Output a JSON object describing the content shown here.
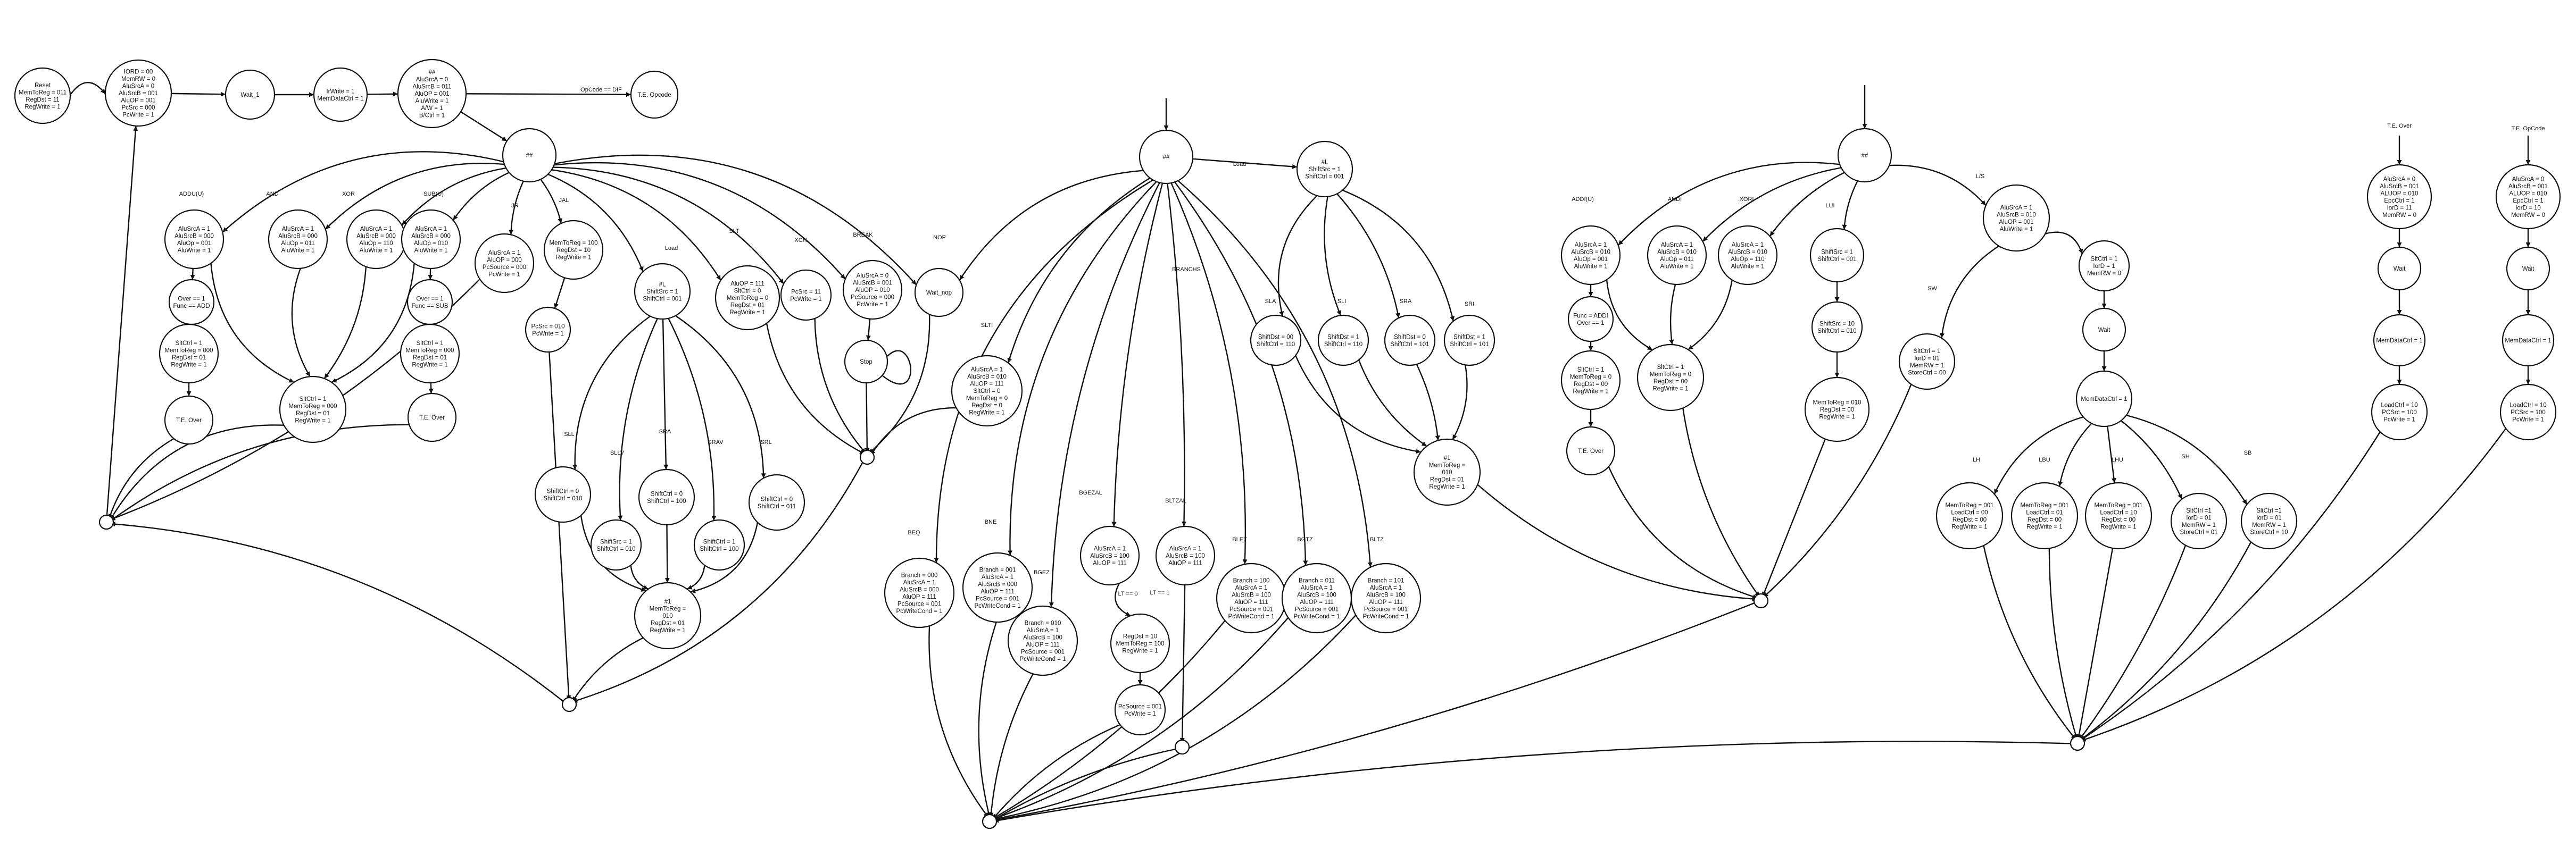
{
  "diagram": {
    "nodes": [
      {
        "id": "reset",
        "lines": [
          "Reset",
          "MemToReg = 011",
          "RegDst = 11",
          "RegWrite = 1"
        ]
      },
      {
        "id": "fetch",
        "lines": [
          "IORD = 00",
          "MemRW = 0",
          "AluSrcA = 0",
          "AluSrcB = 001",
          "AluOP = 001",
          "PcSrc = 000",
          "PcWrite = 1"
        ]
      },
      {
        "id": "wait1",
        "lines": [
          "Wait_1"
        ]
      },
      {
        "id": "irwrite",
        "lines": [
          "IrWrite = 1",
          "MemDataCtrl = 1"
        ]
      },
      {
        "id": "decode",
        "lines": [
          "##",
          "AluSrcA = 0",
          "AluSrcB = 011",
          "AluOP = 001",
          "AluWrite = 1",
          "A/W = 1",
          "B/Ctrl = 1"
        ]
      },
      {
        "id": "teopcode",
        "lines": [
          "T.E. Opcode"
        ]
      },
      {
        "id": "rtype",
        "lines": [
          "##"
        ]
      },
      {
        "id": "r_addu",
        "lines": [
          "AluSrcA = 1",
          "AluSrcB = 000",
          "AluOp = 001",
          "AluWrite = 1"
        ]
      },
      {
        "id": "r_and",
        "lines": [
          "AluSrcA = 1",
          "AluSrcB = 000",
          "AluOp = 011",
          "AluWrite = 1"
        ]
      },
      {
        "id": "r_xor",
        "lines": [
          "AluSrcA = 1",
          "AluSrcB = 000",
          "AluOp = 110",
          "AluWrite = 1"
        ]
      },
      {
        "id": "r_subu",
        "lines": [
          "AluSrcA = 1",
          "AluSrcB = 000",
          "AluOp = 010",
          "AluWrite = 1"
        ]
      },
      {
        "id": "r_jr",
        "lines": [
          "AluSrcA = 1",
          "AluOP = 000",
          "PcSource = 000",
          "PcWrite = 1"
        ]
      },
      {
        "id": "r_jal",
        "lines": [
          "MemToReg = 100",
          "RegDst = 10",
          "RegWrite = 1"
        ]
      },
      {
        "id": "r_jal2",
        "lines": [
          "PcSrc = 010",
          "PcWrite = 1"
        ]
      },
      {
        "id": "r_shift",
        "lines": [
          "#L",
          "ShiftSrc = 1",
          "ShiftCtrl = 001"
        ]
      },
      {
        "id": "r_slt",
        "lines": [
          "AluOP = 111",
          "SltCtrl = 0",
          "MemToReg = 0",
          "RegDst = 01",
          "RegWrite = 1"
        ]
      },
      {
        "id": "r_xchg",
        "lines": [
          "PcSrc = 11",
          "PcWrite = 1"
        ]
      },
      {
        "id": "r_break",
        "lines": [
          "AluSrcA = 0",
          "AluSrcB = 001",
          "AluOP = 010",
          "PcSource = 000",
          "PcWrite = 1"
        ]
      },
      {
        "id": "r_nop",
        "lines": [
          "Wait_nop"
        ]
      },
      {
        "id": "r_stop",
        "lines": [
          "Stop"
        ]
      },
      {
        "id": "r_ovf_add",
        "lines": [
          "Over == 1",
          "Func == ADD"
        ]
      },
      {
        "id": "r_sltctrl_add",
        "lines": [
          "SltCtrl = 1",
          "MemToReg = 000",
          "RegDst = 01",
          "RegWrite = 1"
        ]
      },
      {
        "id": "r_te_over1",
        "lines": [
          "T.E. Over"
        ]
      },
      {
        "id": "r_wb_alu",
        "lines": [
          "SltCtrl = 1",
          "MemToReg = 000",
          "RegDst = 01",
          "RegWrite = 1"
        ]
      },
      {
        "id": "r_ovf_sub",
        "lines": [
          "Over == 1",
          "Func == SUB"
        ]
      },
      {
        "id": "r_sltctrl_sub",
        "lines": [
          "SltCtrl = 1",
          "MemToReg = 000",
          "RegDst = 01",
          "RegWrite = 1"
        ]
      },
      {
        "id": "r_te_over2",
        "lines": [
          "T.E. Over"
        ]
      },
      {
        "id": "r_sll",
        "lines": [
          "ShiftCtrl = 0",
          "ShiftCtrl = 010"
        ]
      },
      {
        "id": "r_sllv",
        "lines": [
          "ShiftSrc = 1",
          "ShiftCtrl = 010"
        ]
      },
      {
        "id": "r_sra",
        "lines": [
          "ShiftCtrl = 0",
          "ShiftCtrl = 100"
        ]
      },
      {
        "id": "r_srav",
        "lines": [
          "ShiftCtrl = 1",
          "ShiftCtrl = 100"
        ]
      },
      {
        "id": "r_srl",
        "lines": [
          "ShiftCtrl = 0",
          "ShiftCtrl = 011"
        ]
      },
      {
        "id": "r_shift_wb",
        "lines": [
          "#1",
          "MemToReg =",
          "010",
          "RegDst = 01",
          "RegWrite = 1"
        ]
      },
      {
        "id": "i_hub",
        "lines": [
          "##"
        ]
      },
      {
        "id": "i_slti",
        "lines": [
          "AluSrcA = 1",
          "AluSrcB = 010",
          "AluOP = 111",
          "SltCtrl = 0",
          "MemToReg = 0",
          "RegDst = 0",
          "RegWrite = 1"
        ]
      },
      {
        "id": "i_beq",
        "lines": [
          "Branch = 000",
          "AluSrcA = 1",
          "AluSrcB = 000",
          "AluOP = 111",
          "PcSource = 001",
          "PcWriteCond = 1"
        ]
      },
      {
        "id": "i_bne",
        "lines": [
          "Branch = 001",
          "AluSrcA = 1",
          "AluSrcB = 000",
          "AluOP = 111",
          "PcSource = 001",
          "PcWriteCond = 1"
        ]
      },
      {
        "id": "i_bgez",
        "lines": [
          "Branch = 010",
          "AluSrcA = 1",
          "AluSrcB = 100",
          "AluOP = 111",
          "PcSource = 001",
          "PcWriteCond = 1"
        ]
      },
      {
        "id": "i_bgezal",
        "lines": [
          "AluSrcA = 1",
          "AluSrcB = 100",
          "AluOP = 111"
        ]
      },
      {
        "id": "i_bgezal_wb",
        "lines": [
          "RegDst = 10",
          "MemToReg = 100",
          "RegWrite = 1"
        ]
      },
      {
        "id": "i_bgezal_pc",
        "lines": [
          "PcSource = 001",
          "PcWrite = 1"
        ]
      },
      {
        "id": "i_bltzal",
        "lines": [
          "AluSrcA = 1",
          "AluSrcB = 100",
          "AluOP = 111"
        ]
      },
      {
        "id": "i_blez",
        "lines": [
          "Branch = 100",
          "AluSrcA = 1",
          "AluSrcB = 100",
          "AluOP = 111",
          "PcSource = 001",
          "PcWriteCond = 1"
        ]
      },
      {
        "id": "i_bgtz",
        "lines": [
          "Branch = 011",
          "AluSrcA = 1",
          "AluSrcB = 100",
          "AluOP = 111",
          "PcSource = 001",
          "PcWriteCond = 1"
        ]
      },
      {
        "id": "i_bltz",
        "lines": [
          "Branch = 101",
          "AluSrcA = 1",
          "AluSrcB = 100",
          "AluOP = 111",
          "PcSource = 001",
          "PcWriteCond = 1"
        ]
      },
      {
        "id": "i_load",
        "lines": [
          "#L",
          "ShiftSrc = 1",
          "ShiftCtrl = 001"
        ]
      },
      {
        "id": "i_sla",
        "lines": [
          "ShiftDst = 00",
          "ShiftCtrl = 110"
        ]
      },
      {
        "id": "i_sli",
        "lines": [
          "ShiftDst = 1",
          "ShiftCtrl = 110"
        ]
      },
      {
        "id": "i_sra",
        "lines": [
          "ShiftDst = 0",
          "ShiftCtrl = 101"
        ]
      },
      {
        "id": "i_sri",
        "lines": [
          "ShiftDst = 1",
          "ShiftCtrl = 101"
        ]
      },
      {
        "id": "i_load_wb",
        "lines": [
          "#1",
          "MemToReg =",
          "010",
          "RegDst = 01",
          "RegWrite = 1"
        ]
      },
      {
        "id": "m_hub",
        "lines": [
          "##"
        ]
      },
      {
        "id": "m_addiu",
        "lines": [
          "AluSrcA = 1",
          "AluSrcB = 010",
          "AluOp = 001",
          "AluWrite = 1"
        ]
      },
      {
        "id": "m_andi",
        "lines": [
          "AluSrcA = 1",
          "AluSrcB = 010",
          "AluOp = 011",
          "AluWrite = 1"
        ]
      },
      {
        "id": "m_xori",
        "lines": [
          "AluSrcA = 1",
          "AluSrcB = 010",
          "AluOp = 110",
          "AluWrite = 1"
        ]
      },
      {
        "id": "m_lui",
        "lines": [
          "ShiftSrc = 1",
          "ShiftCtrl = 001"
        ]
      },
      {
        "id": "m_lui2",
        "lines": [
          "ShiftSrc = 10",
          "ShiftCtrl = 010"
        ]
      },
      {
        "id": "m_lui_wb",
        "lines": [
          "MemToReg = 010",
          "RegDst = 00",
          "RegWrite = 1"
        ]
      },
      {
        "id": "m_ovf",
        "lines": [
          "Func = ADDI",
          "Over == 1"
        ]
      },
      {
        "id": "m_sltctrl",
        "lines": [
          "SltCtrl = 1",
          "MemToReg = 0",
          "RegDst = 00",
          "RegWrite = 1"
        ]
      },
      {
        "id": "m_te_over",
        "lines": [
          "T.E. Over"
        ]
      },
      {
        "id": "m_imm_wb",
        "lines": [
          "SltCtrl = 1",
          "MemToReg = 0",
          "RegDst = 00",
          "RegWrite = 1"
        ]
      },
      {
        "id": "m_ls",
        "lines": [
          "AluSrcA = 1",
          "AluSrcB = 010",
          "AluOP = 001",
          "AluWrite = 1"
        ]
      },
      {
        "id": "m_sw",
        "lines": [
          "SltCtrl = 1",
          "IorD = 01",
          "MemRW = 1",
          "StoreCtrl = 00"
        ]
      },
      {
        "id": "m_lw",
        "lines": [
          "SltCtrl = 1",
          "IorD = 1",
          "MemRW = 0"
        ]
      },
      {
        "id": "m_wait",
        "lines": [
          "Wait"
        ]
      },
      {
        "id": "m_mdc",
        "lines": [
          "MemDataCtrl = 1"
        ]
      },
      {
        "id": "m_lh",
        "lines": [
          "MemToReg = 001",
          "LoadCtrl = 00",
          "RegDst = 00",
          "RegWrite = 1"
        ]
      },
      {
        "id": "m_lbu",
        "lines": [
          "MemToReg = 001",
          "LoadCtrl = 01",
          "RegDst = 00",
          "RegWrite = 1"
        ]
      },
      {
        "id": "m_lhu",
        "lines": [
          "MemToReg = 001",
          "LoadCtrl = 10",
          "RegDst = 00",
          "RegWrite = 1"
        ]
      },
      {
        "id": "m_sh",
        "lines": [
          "SltCtrl =1",
          "IorD = 01",
          "MemRW = 1",
          "StoreCtrl = 01"
        ]
      },
      {
        "id": "m_sb",
        "lines": [
          "SltCtrl =1",
          "IorD = 01",
          "MemRW = 1",
          "StoreCtrl = 10"
        ]
      },
      {
        "id": "te_over_1",
        "lines": [
          "AluSrcA = 0",
          "AluSrcB = 001",
          "ALUOP = 010",
          "EpcCtrl = 1",
          "IorD = 11",
          "MemRW = 0"
        ]
      },
      {
        "id": "te_over_2",
        "lines": [
          "Wait"
        ]
      },
      {
        "id": "te_over_3",
        "lines": [
          "MemDataCtrl = 1"
        ]
      },
      {
        "id": "te_over_4",
        "lines": [
          "LoadCtrl = 10",
          "PCSrc = 100",
          "PcWrite = 1"
        ]
      },
      {
        "id": "te_op_1",
        "lines": [
          "AluSrcA = 0",
          "AluSrcB = 001",
          "ALUOP = 010",
          "EpcCtrl = 1",
          "IorD = 10",
          "MemRW = 0"
        ]
      },
      {
        "id": "te_op_2",
        "lines": [
          "Wait"
        ]
      },
      {
        "id": "te_op_3",
        "lines": [
          "MemDataCtrl = 1"
        ]
      },
      {
        "id": "te_op_4",
        "lines": [
          "LoadCtrl = 10",
          "PCSrc = 100",
          "PcWrite = 1"
        ]
      }
    ],
    "edge_labels": [
      {
        "id": "opcode-cond",
        "text": "OpCode == DIF"
      },
      {
        "id": "addu",
        "text": "ADDU(U)"
      },
      {
        "id": "and",
        "text": "AND"
      },
      {
        "id": "xor",
        "text": "XOR"
      },
      {
        "id": "subu",
        "text": "SUB(U)"
      },
      {
        "id": "jr",
        "text": "JR"
      },
      {
        "id": "jal",
        "text": "JAL"
      },
      {
        "id": "shift",
        "text": "Load"
      },
      {
        "id": "slt",
        "text": "SLT"
      },
      {
        "id": "xchg",
        "text": "XCH"
      },
      {
        "id": "break",
        "text": "BREAK"
      },
      {
        "id": "nop",
        "text": "NOP"
      },
      {
        "id": "sll",
        "text": "SLL"
      },
      {
        "id": "sllv",
        "text": "SLLV"
      },
      {
        "id": "sra",
        "text": "SRA"
      },
      {
        "id": "srav",
        "text": "SRAV"
      },
      {
        "id": "srl",
        "text": "SRL"
      },
      {
        "id": "load",
        "text": "Load"
      },
      {
        "id": "slti",
        "text": "SLTI"
      },
      {
        "id": "branchs",
        "text": "BRANCHS"
      },
      {
        "id": "beq",
        "text": "BEQ"
      },
      {
        "id": "bne",
        "text": "BNE"
      },
      {
        "id": "bgez",
        "text": "BGEZ"
      },
      {
        "id": "bgezal",
        "text": "BGEZAL"
      },
      {
        "id": "bltzal",
        "text": "BLTZAL"
      },
      {
        "id": "blez",
        "text": "BLEZ"
      },
      {
        "id": "bgtz",
        "text": "BGTZ"
      },
      {
        "id": "bltz",
        "text": "BLTZ"
      },
      {
        "id": "lt0",
        "text": "LT == 0"
      },
      {
        "id": "lt1",
        "text": "LT == 1"
      },
      {
        "id": "sla",
        "text": "SLA"
      },
      {
        "id": "sli",
        "text": "SLI"
      },
      {
        "id": "sra2",
        "text": "SRA"
      },
      {
        "id": "sri",
        "text": "SRI"
      },
      {
        "id": "addiu",
        "text": "ADDI(U)"
      },
      {
        "id": "andi",
        "text": "ANDI"
      },
      {
        "id": "xori",
        "text": "XORI"
      },
      {
        "id": "lui",
        "text": "LUI"
      },
      {
        "id": "ls",
        "text": "L/S"
      },
      {
        "id": "sw",
        "text": "SW"
      },
      {
        "id": "lh",
        "text": "LH"
      },
      {
        "id": "lbu",
        "text": "LBU"
      },
      {
        "id": "lhu",
        "text": "LHU"
      },
      {
        "id": "sh",
        "text": "SH"
      },
      {
        "id": "sb",
        "text": "SB"
      },
      {
        "id": "te_over",
        "text": "T.E. Over"
      },
      {
        "id": "te_opcode",
        "text": "T.E. OpCode"
      }
    ]
  }
}
